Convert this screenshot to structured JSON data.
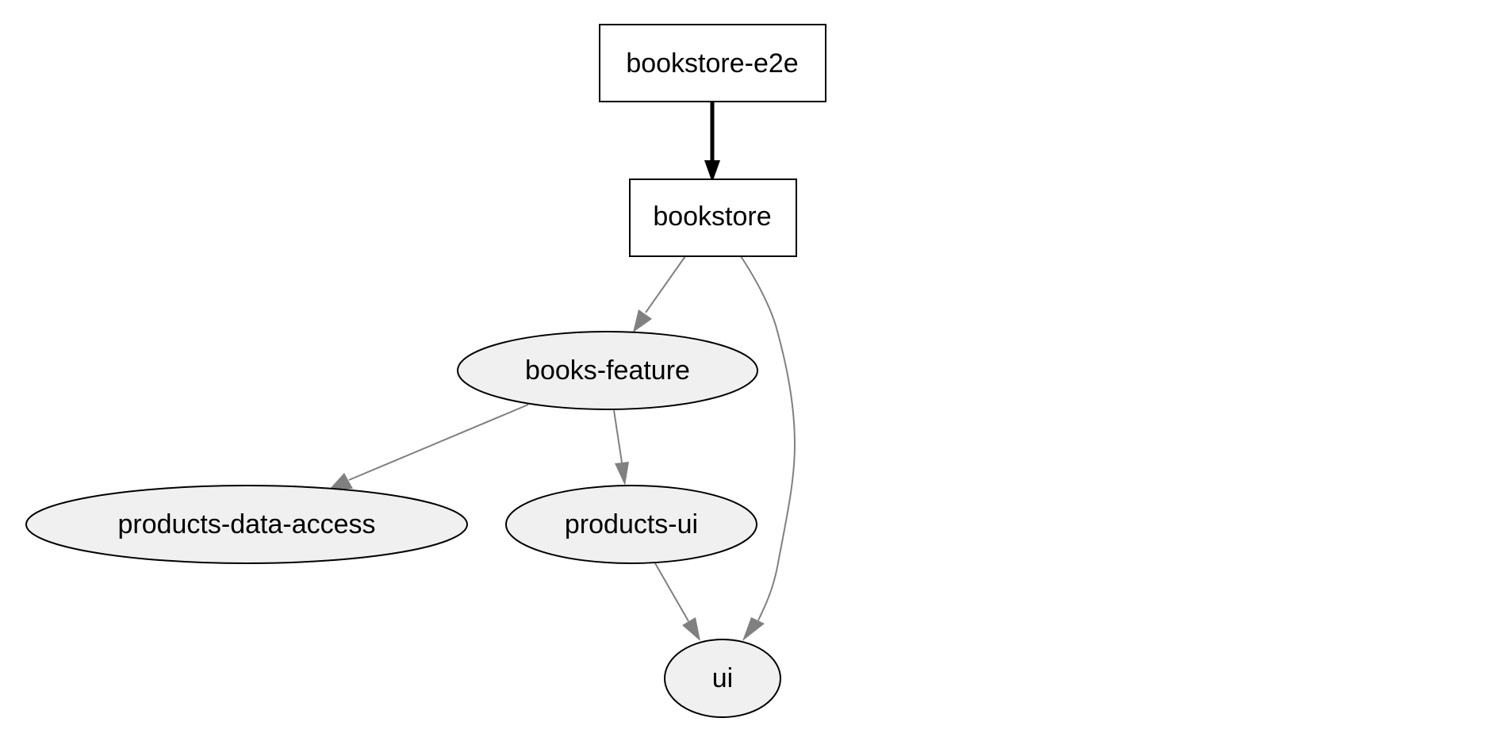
{
  "colors": {
    "app_fill": "#ffffff",
    "lib_fill": "#f0f0f0",
    "outline": "#000000",
    "implicit_edge": "#000000",
    "dependency_edge": "#808080"
  },
  "graph": {
    "nodes": [
      {
        "id": "bookstore-e2e",
        "label": "bookstore-e2e",
        "kind": "application"
      },
      {
        "id": "bookstore",
        "label": "bookstore",
        "kind": "application"
      },
      {
        "id": "books-feature",
        "label": "books-feature",
        "kind": "library"
      },
      {
        "id": "products-data-access",
        "label": "products-data-access",
        "kind": "library"
      },
      {
        "id": "products-ui",
        "label": "products-ui",
        "kind": "library"
      },
      {
        "id": "ui",
        "label": "ui",
        "kind": "library"
      }
    ],
    "edges": [
      {
        "from": "bookstore-e2e",
        "to": "bookstore",
        "style": "implicit"
      },
      {
        "from": "bookstore",
        "to": "books-feature",
        "style": "dependency"
      },
      {
        "from": "bookstore",
        "to": "ui",
        "style": "dependency"
      },
      {
        "from": "books-feature",
        "to": "products-data-access",
        "style": "dependency"
      },
      {
        "from": "books-feature",
        "to": "products-ui",
        "style": "dependency"
      },
      {
        "from": "products-ui",
        "to": "ui",
        "style": "dependency"
      }
    ]
  }
}
